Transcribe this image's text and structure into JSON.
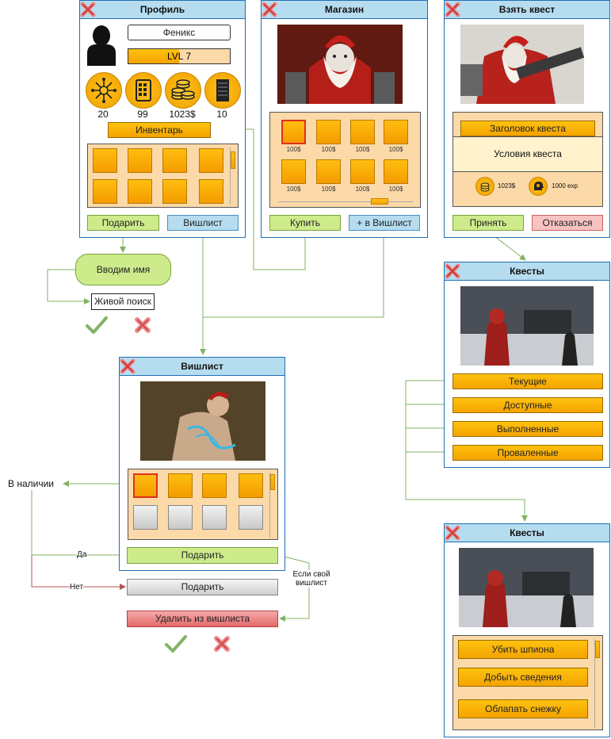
{
  "profile": {
    "title": "Профиль",
    "name": "Феникс",
    "level": "LVL 7",
    "level_fraction": 0.5,
    "stats": [
      "20",
      "99",
      "1023$",
      "10"
    ],
    "stat_icons": [
      "network-icon",
      "tablet-icon",
      "coins-icon",
      "server-icon"
    ],
    "inventory_label": "Инвентарь",
    "gift_label": "Подарить",
    "wishlist_label": "Вишлист"
  },
  "shop": {
    "title": "Магазин",
    "prices": [
      "100$",
      "100$",
      "100$",
      "100$",
      "100$",
      "100$",
      "100$",
      "100$"
    ],
    "buy_label": "Купить",
    "add_wishlist_label": "+ в Вишлист"
  },
  "take_quest": {
    "title": "Взять квест",
    "quest_title": "Заголовок квеста",
    "conditions": "Условия квеста",
    "reward_money": "1023$",
    "reward_exp": "1000 exp",
    "accept_label": "Принять",
    "decline_label": "Отказаться"
  },
  "quests": {
    "title": "Квесты",
    "categories": [
      "Текущие",
      "Доступные",
      "Выполненные",
      "Проваленные"
    ]
  },
  "quests_list": {
    "title": "Квесты",
    "items": [
      "Убить шпиона",
      "Добыть сведения",
      "Облапать снежку"
    ]
  },
  "flow": {
    "enter_name": "Вводим имя",
    "live_search": "Живой поиск",
    "in_stock": "В наличии",
    "yes": "Да",
    "no": "Нет",
    "if_own": "Если свой вишлист",
    "gift_label": "Подарить",
    "gift_disabled_label": "Подарить",
    "delete_label": "Удалить из вишлиста"
  },
  "wishlist": {
    "title": "Вишлист",
    "gift_label": "Подарить"
  },
  "colors": {
    "header": "#b6dcf0",
    "border": "#1f6fb5",
    "orange": "#f4a300",
    "tray": "#fcd9a8",
    "green": "#cdeb8b",
    "arrow_green": "#82b366",
    "arrow_red": "#b85450"
  }
}
